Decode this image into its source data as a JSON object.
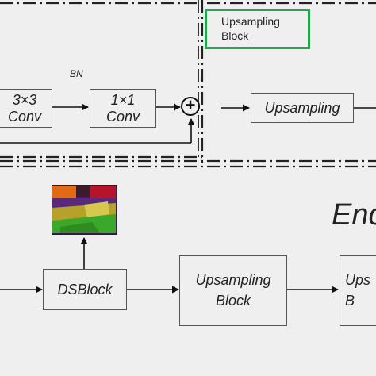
{
  "diagram": {
    "top_left": {
      "conv3_label": "3×3\nConv",
      "bn_label": "BN",
      "conv1_label": "1×1\nConv",
      "add_symbol": "+"
    },
    "top_right": {
      "legend_label": "Upsampling\nBlock",
      "upsampling_label": "Upsampling"
    },
    "bottom": {
      "dsblock_label": "DSBlock",
      "upsampling_block_1_label": "Upsampling\nBlock",
      "upsampling_block_2_label": "Ups\nB",
      "section_title": "Enc"
    },
    "colors": {
      "legend_border": "#22a84a",
      "line": "#111111",
      "box_border": "#555555"
    }
  }
}
